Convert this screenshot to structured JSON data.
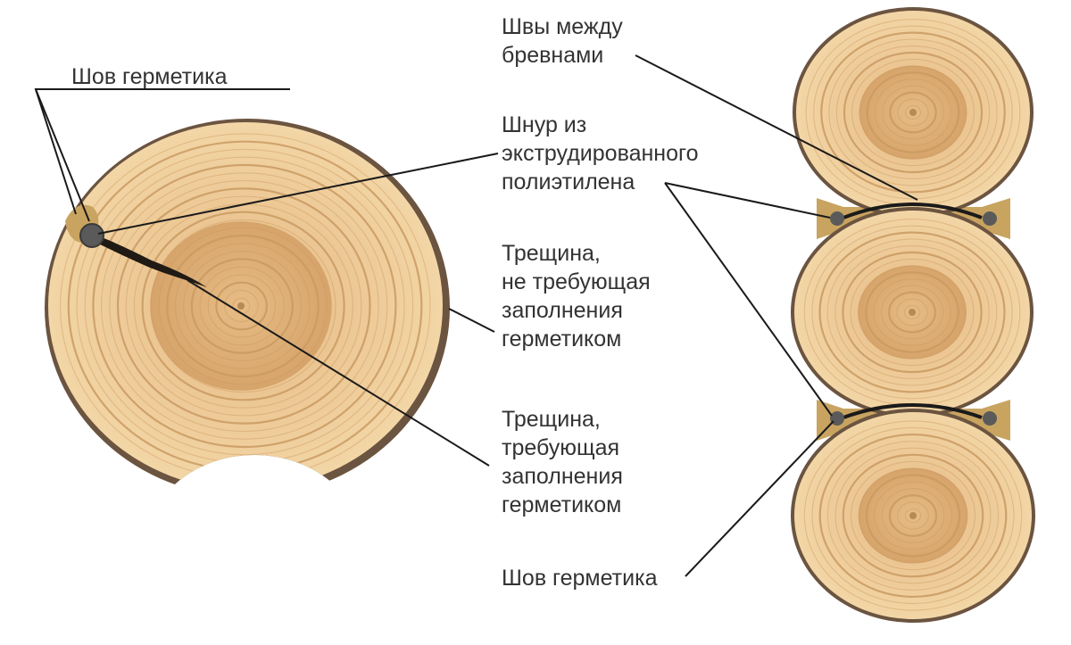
{
  "labels": {
    "seal_joint_top": "Шов герметика",
    "seams_between_logs": [
      "Швы между",
      "бревнами"
    ],
    "cord": [
      "Шнур из",
      "экструдированного",
      "полиэтилена"
    ],
    "crack_no_fill": [
      "Трещина,",
      "не требующая",
      "заполнения",
      "герметиком"
    ],
    "crack_fill": [
      "Трещина,",
      "требующая",
      "заполнения",
      "герметиком"
    ],
    "seal_joint_bottom": "Шов герметика"
  },
  "colors": {
    "wood_light": "#f0d2a0",
    "wood_ring": "#c99a62",
    "heartwood": "#dcae78",
    "bark": "#6b5440",
    "sealant": "#c8a460",
    "cord": "#5a5a5a",
    "leader_line": "#1a1a1a",
    "text": "#333333"
  }
}
